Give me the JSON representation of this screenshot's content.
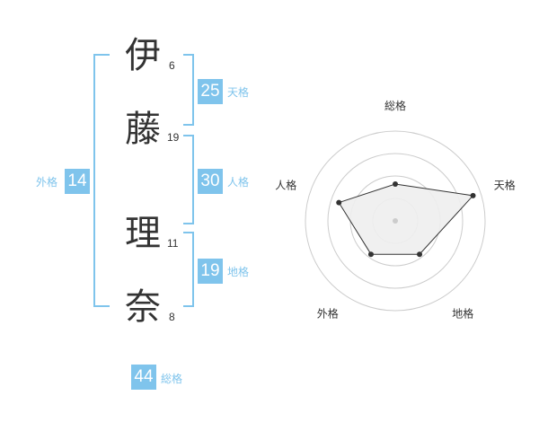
{
  "name": {
    "characters": [
      {
        "char": "伊",
        "strokes": "6"
      },
      {
        "char": "藤",
        "strokes": "19"
      },
      {
        "char": "理",
        "strokes": "11"
      },
      {
        "char": "奈",
        "strokes": "8"
      }
    ]
  },
  "fortune": {
    "tenkaku": {
      "label": "天格",
      "value": "25"
    },
    "jinkaku": {
      "label": "人格",
      "value": "30"
    },
    "chikaku": {
      "label": "地格",
      "value": "19"
    },
    "gaikaku": {
      "label": "外格",
      "value": "14"
    },
    "soukaku": {
      "label": "総格",
      "value": "44"
    }
  },
  "chart_data": {
    "type": "radar",
    "axes": [
      "総格",
      "天格",
      "地格",
      "外格",
      "人格"
    ],
    "values": [
      0.41,
      0.91,
      0.46,
      0.46,
      0.66
    ],
    "rings": 4,
    "colors": {
      "ring": "#cccccc",
      "fill": "#eeeeee",
      "line": "#333333",
      "point": "#333333",
      "center": "#cccccc"
    }
  },
  "colors": {
    "accent": "#7fc4ec",
    "text": "#333333"
  }
}
